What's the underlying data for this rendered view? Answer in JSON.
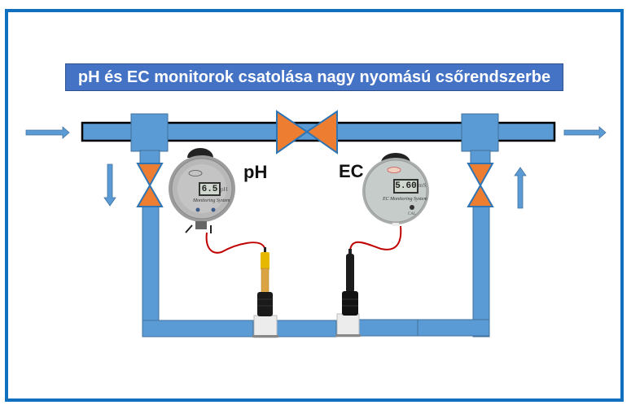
{
  "title": "pH és EC monitorok csatolása nagy nyomású csőrendszerbe",
  "labels": {
    "ph_monitor": "pH",
    "ec_monitor": "EC"
  },
  "ph_monitor": {
    "display_value": "6.5",
    "unit": "pH",
    "caption": "Monitoring System"
  },
  "ec_monitor": {
    "display_value": "5.60",
    "unit": "mS",
    "caption": "EC Monitoring System",
    "button_label": "CAL"
  },
  "colors": {
    "frame": "#0f70c0",
    "title_bg": "#4472c4",
    "pipe": "#5b9bd5",
    "valve": "#ed7d31",
    "cable": "#c00000"
  },
  "flow_arrows": [
    "inlet-right",
    "down-left",
    "up-right",
    "outlet-right"
  ]
}
